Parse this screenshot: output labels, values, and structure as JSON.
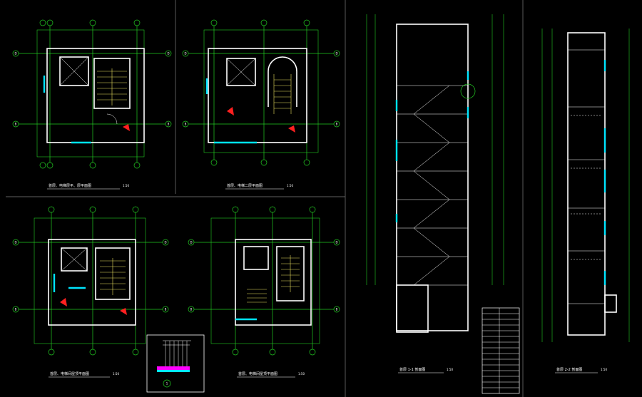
{
  "drawing": {
    "colors": {
      "background": "#000000",
      "wall": "#ffffff",
      "grid": "#22cc22",
      "glass": "#00e5ff",
      "fire_mark": "#ff2020",
      "highlight": "#ff00ff",
      "stair": "#e8e060"
    },
    "plans": [
      {
        "id": "plan-tl",
        "caption": "首层、电梯层平、层平面图",
        "scale": "1:50"
      },
      {
        "id": "plan-tr",
        "caption": "首层、电梯二层平面图",
        "scale": "1:50"
      },
      {
        "id": "plan-bl",
        "caption": "首层、电梯间屋顶平面图",
        "scale": "1:50"
      },
      {
        "id": "plan-br",
        "caption": "首层、电梯间屋顶平面图",
        "scale": "1:50"
      }
    ],
    "section_1": {
      "caption": "首层 1-1 剖面图",
      "scale": "1:50"
    },
    "section_2": {
      "caption": "首层 2-2 剖面图",
      "scale": "1:50"
    },
    "detail_marker": "1"
  }
}
